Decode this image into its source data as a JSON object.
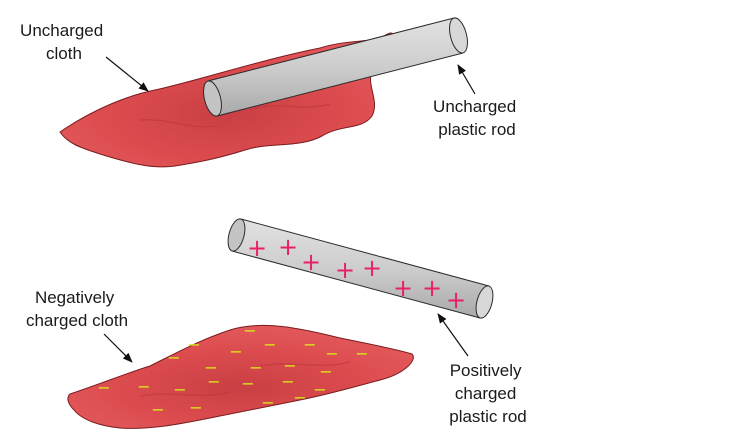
{
  "labels": {
    "uncharged_cloth": [
      "Uncharged",
      "cloth"
    ],
    "uncharged_rod": [
      "Uncharged",
      "plastic rod"
    ],
    "negative_cloth": [
      "Negatively",
      "charged cloth"
    ],
    "positive_rod": [
      "Positively",
      "charged",
      "plastic rod"
    ]
  },
  "symbols": {
    "plus": "+",
    "minus": "−"
  },
  "colors": {
    "cloth_fill": "#dc4c4f",
    "cloth_stroke": "#7a1c1f",
    "rod_fill": "#cfcfcf",
    "rod_stroke": "#2b2b2b",
    "plus_color": "#e8206a",
    "minus_color": "#d9e81a"
  }
}
